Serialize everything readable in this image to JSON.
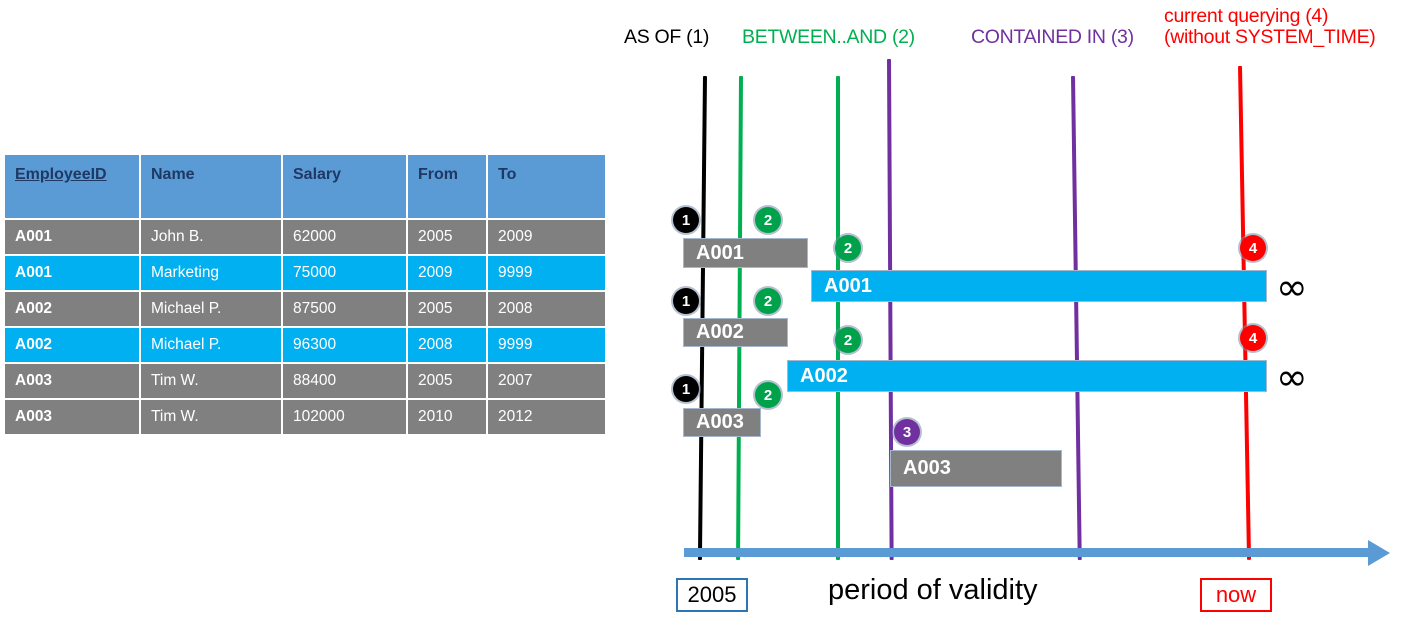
{
  "table": {
    "columns": [
      "EmployeeID",
      "Name",
      "Salary",
      "From",
      "To"
    ],
    "rows": [
      {
        "style": "gray",
        "cells": [
          "A001",
          "John  B.",
          "62000",
          "2005",
          "2009"
        ]
      },
      {
        "style": "cyan",
        "cells": [
          "A001",
          "Marketing",
          "75000",
          "2009",
          "9999"
        ]
      },
      {
        "style": "gray",
        "cells": [
          "A002",
          "Michael P.",
          "87500",
          "2005",
          "2008"
        ]
      },
      {
        "style": "cyan",
        "cells": [
          "A002",
          "Michael P.",
          "96300",
          "2008",
          "9999"
        ]
      },
      {
        "style": "gray",
        "cells": [
          "A003",
          "Tim W.",
          "88400",
          "2005",
          "2007"
        ]
      },
      {
        "style": "gray",
        "cells": [
          "A003",
          "Tim W.",
          "102000",
          "2010",
          "2012"
        ]
      }
    ]
  },
  "legend": [
    {
      "text": "AS OF (1)",
      "color": "#000000"
    },
    {
      "text": "BETWEEN..AND (2)",
      "color": "#00b050"
    },
    {
      "text": "CONTAINED IN (3)",
      "color": "#7030a0"
    },
    {
      "text": "current querying (4)",
      "color": "#ff0000"
    },
    {
      "text": "(without SYSTEM_TIME)",
      "color": "#ff0000"
    }
  ],
  "timeline": {
    "lines": [
      {
        "name": "as-of-line",
        "color": "#000000"
      },
      {
        "name": "between-start-line",
        "color": "#00b050"
      },
      {
        "name": "between-end-line",
        "color": "#00b050"
      },
      {
        "name": "contained-start-line",
        "color": "#7030a0"
      },
      {
        "name": "contained-end-line",
        "color": "#7030a0"
      },
      {
        "name": "now-line",
        "color": "#ff0000"
      }
    ],
    "bars": [
      {
        "label": "A001",
        "style": "gray"
      },
      {
        "label": "A001",
        "style": "cyan"
      },
      {
        "label": "A002",
        "style": "gray"
      },
      {
        "label": "A002",
        "style": "cyan"
      },
      {
        "label": "A003",
        "style": "gray"
      },
      {
        "label": "A003",
        "style": "gray"
      }
    ],
    "badges": [
      "1",
      "2",
      "2",
      "1",
      "2",
      "2",
      "1",
      "2",
      "3",
      "4",
      "4"
    ],
    "infinity_symbol": "∞",
    "start_label": "2005",
    "end_label": "now",
    "axis_title": "period of validity"
  }
}
